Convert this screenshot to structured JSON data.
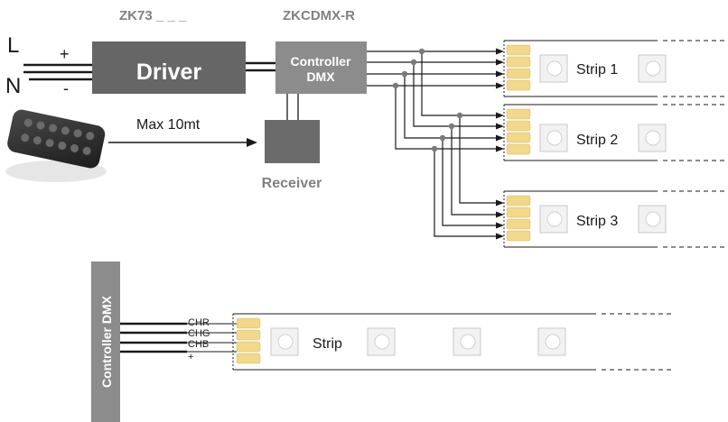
{
  "top_diagram": {
    "driver_code": "ZK73 _ _ _",
    "controller_code": "ZKCDMX-R",
    "line_label": "L",
    "neutral_label": "N",
    "plus_label": "+",
    "minus_label": "-",
    "driver_label": "Driver",
    "controller_label_1": "Controller",
    "controller_label_2": "DMX",
    "range_label": "Max 10mt",
    "receiver_label": "Receiver",
    "strips": [
      "Strip 1",
      "Strip 2",
      "Strip 3"
    ]
  },
  "bottom_diagram": {
    "controller_label": "Controller DMX",
    "channels": [
      "CHR",
      "CHG",
      "CHB",
      "+"
    ],
    "strip_label": "Strip"
  },
  "colors": {
    "driver_box": "#666666",
    "controller_box": "#8c8c8c",
    "receiver_box": "#6b6b6b",
    "pad_yellow": "#f1d88a",
    "label_gray": "#808080",
    "wire": "#1a1a1a",
    "junction": "#7a7a7a"
  }
}
